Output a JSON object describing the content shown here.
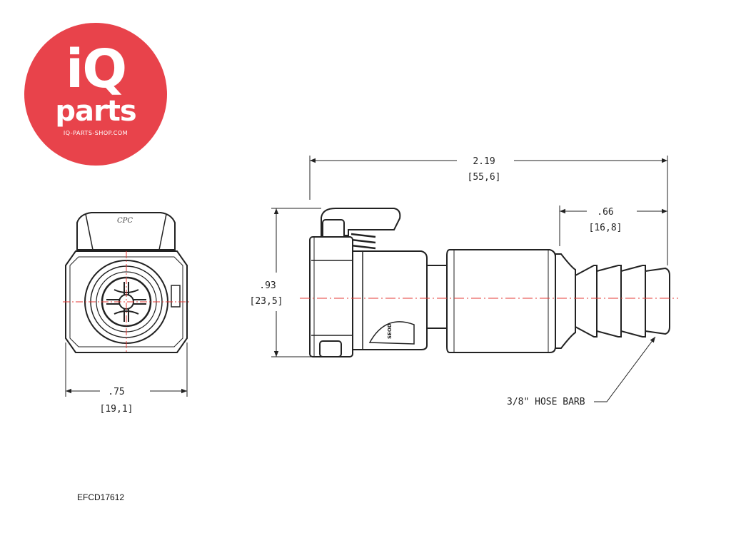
{
  "logo": {
    "iq": "iQ",
    "parts": "parts",
    "url": "IQ-PARTS-SHOP.COM",
    "color": "#e8434b"
  },
  "dimensions": {
    "overall_length": {
      "inch": "2.19",
      "mm": "[55,6]"
    },
    "barb_length": {
      "inch": ".66",
      "mm": "[16,8]"
    },
    "height": {
      "inch": ".93",
      "mm": "[23,5]"
    },
    "width": {
      "inch": ".75",
      "mm": "[19,1]"
    }
  },
  "callout": "3/8\" HOSE BARB",
  "part_code": "EFCD17612",
  "colors": {
    "centerline": "#e53935",
    "ink": "#222222"
  }
}
